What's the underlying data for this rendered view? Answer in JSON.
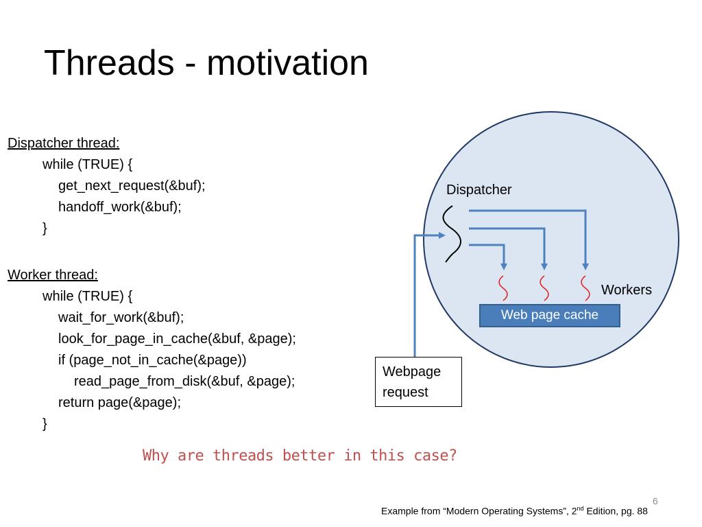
{
  "title": "Threads - motivation",
  "dispatcher_code": {
    "header": "Dispatcher thread:",
    "lines": [
      "while (TRUE) {",
      "get_next_request(&buf);",
      "handoff_work(&buf);",
      "}"
    ]
  },
  "worker_code": {
    "header": "Worker thread:",
    "lines": [
      "while (TRUE) {",
      "wait_for_work(&buf);",
      "look_for_page_in_cache(&buf, &page);",
      "if (page_not_in_cache(&page))",
      "read_page_from_disk(&buf, &page);",
      "return page(&page);",
      "}"
    ]
  },
  "diagram": {
    "dispatcher_label": "Dispatcher",
    "workers_label": "Workers",
    "cache_label": "Web page cache",
    "request_line1": "Webpage",
    "request_line2": "request",
    "circle_fill": "#dce6f2",
    "arrow_color": "#4f81bd",
    "worker_color": "#e31a1c"
  },
  "question": "Why are threads better in this case?",
  "slide_number": "6",
  "source": {
    "prefix": "Example from “Modern Operating Systems”, 2",
    "sup": "nd",
    "suffix": " Edition, pg. 88"
  }
}
